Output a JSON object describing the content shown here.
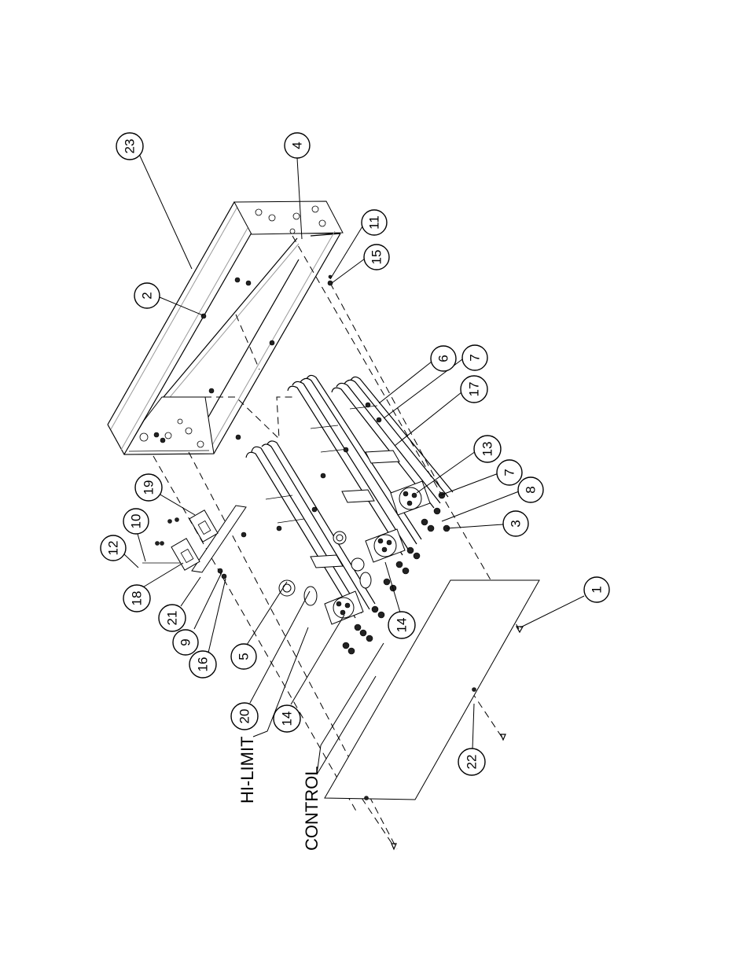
{
  "callouts": {
    "hi_limit": "HI-LIMIT",
    "control": "CONTROL"
  },
  "balloons": [
    {
      "id": "b23",
      "label": "23"
    },
    {
      "id": "b4",
      "label": "4"
    },
    {
      "id": "b2",
      "label": "2"
    },
    {
      "id": "b11",
      "label": "11"
    },
    {
      "id": "b15",
      "label": "15"
    },
    {
      "id": "b6",
      "label": "6"
    },
    {
      "id": "b7a",
      "label": "7"
    },
    {
      "id": "b17",
      "label": "17"
    },
    {
      "id": "b13",
      "label": "13"
    },
    {
      "id": "b7b",
      "label": "7"
    },
    {
      "id": "b8",
      "label": "8"
    },
    {
      "id": "b3",
      "label": "3"
    },
    {
      "id": "b1",
      "label": "1"
    },
    {
      "id": "b22",
      "label": "22"
    },
    {
      "id": "b14a",
      "label": "14"
    },
    {
      "id": "b14b",
      "label": "14"
    },
    {
      "id": "b20",
      "label": "20"
    },
    {
      "id": "b5",
      "label": "5"
    },
    {
      "id": "b19",
      "label": "19"
    },
    {
      "id": "b10",
      "label": "10"
    },
    {
      "id": "b12",
      "label": "12"
    },
    {
      "id": "b18",
      "label": "18"
    },
    {
      "id": "b21",
      "label": "21"
    },
    {
      "id": "b9",
      "label": "9"
    },
    {
      "id": "b16",
      "label": "16"
    }
  ]
}
